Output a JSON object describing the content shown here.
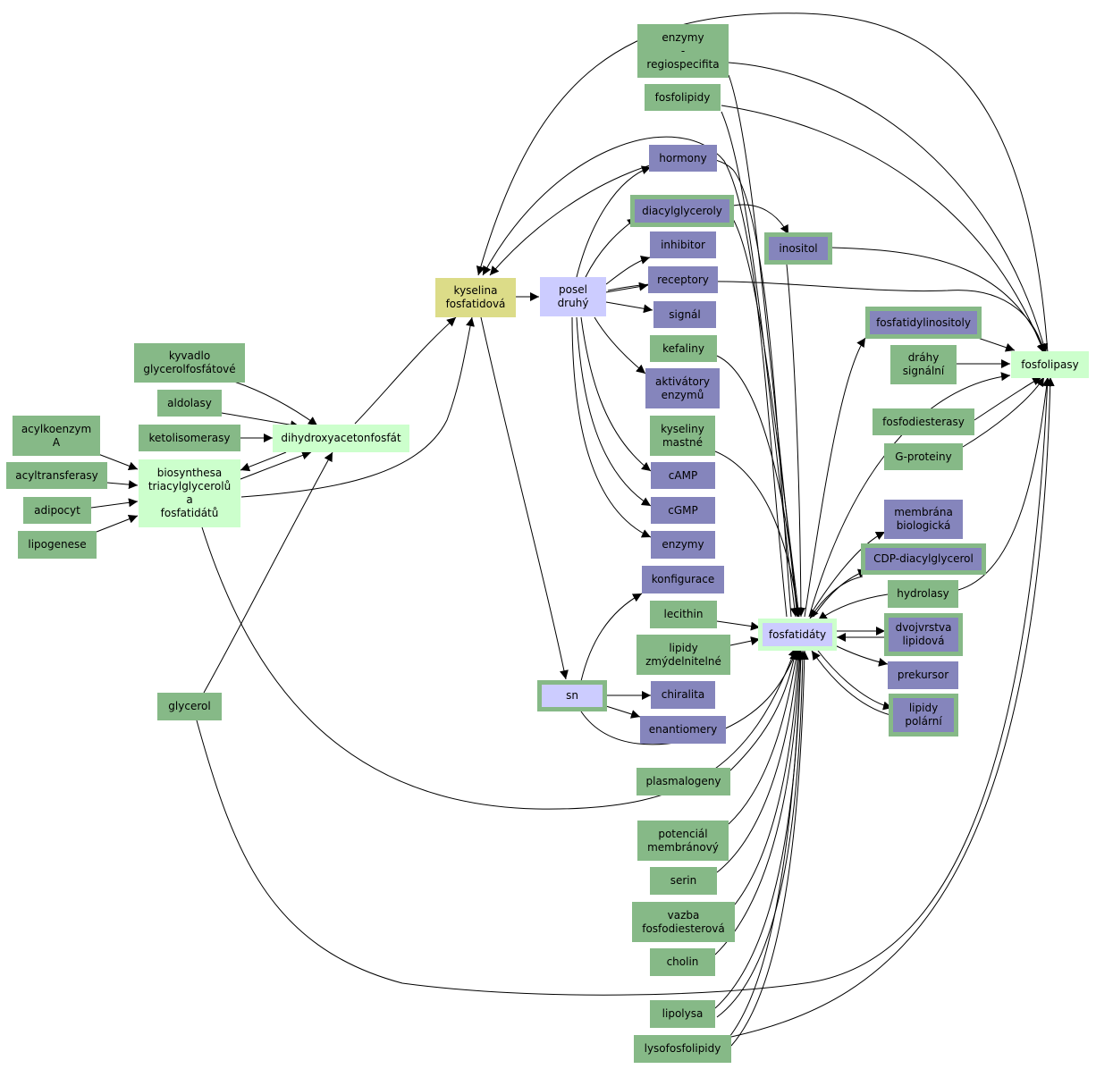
{
  "colors": {
    "green": "#86b987",
    "light_green": "#ccffcc",
    "yellow": "#dcdc88",
    "lavender": "#ccccff",
    "purple": "#8585bc",
    "edge": "#000000"
  },
  "nodes": {
    "enzymy_regiospecifita": "enzymy\n-\nregiospecifita",
    "fosfolipidy": "fosfolipidy",
    "hormony": "hormony",
    "diacylglyceroly": "diacylglyceroly",
    "inositol": "inositol",
    "inhibitor": "inhibitor",
    "receptory": "receptory",
    "kyselina_fosfatidova": "kyselina\nfosfatidová",
    "posel_druhy": "posel\ndruhý",
    "signal": "signál",
    "fosfatidylinositoly": "fosfatidylinositoly",
    "kyvadlo": "kyvadlo\nglycerolfosfátové",
    "kefaliny": "kefaliny",
    "drahy_signalni": "dráhy\nsignální",
    "fosfolipasy": "fosfolipasy",
    "aktivatory": "aktivátory\nenzymů",
    "aldolasy": "aldolasy",
    "fosfodiesterasy": "fosfodiesterasy",
    "acylkoenzym": "acylkoenzym\nA",
    "ketolisomerasy": "ketolisomerasy",
    "dihydroxyacetonfosfat": "dihydroxyacetonfosfát",
    "kyseliny_mastne": "kyseliny\nmastné",
    "g_proteiny": "G-proteiny",
    "biosynthesa": "biosynthesa\ntriacylglycerolů\na\nfosfatidátů",
    "acyltransferasy": "acyltransferasy",
    "camp": "cAMP",
    "adipocyt": "adipocyt",
    "cgmp": "cGMP",
    "membrana": "membrána\nbiologická",
    "lipogenese": "lipogenese",
    "enzymy": "enzymy",
    "cdp_diacylglycerol": "CDP-diacylglycerol",
    "konfigurace": "konfigurace",
    "hydrolasy": "hydrolasy",
    "lecithin": "lecithin",
    "fosfatidaty": "fosfatidáty",
    "dvojvrstva": "dvojvrstva\nlipidová",
    "lipidy_zmydelnitelne": "lipidy\nzmýdelnitelné",
    "prekursor": "prekursor",
    "sn": "sn",
    "chiralita": "chiralita",
    "glycerol": "glycerol",
    "lipidy_polarni": "lipidy\npolární",
    "enantiomery": "enantiomery",
    "plasmalogeny": "plasmalogeny",
    "potencial": "potenciál\nmembránový",
    "serin": "serin",
    "vazba": "vazba\nfosfodiesterová",
    "cholin": "cholin",
    "lipolysa": "lipolysa",
    "lysofosfolipidy": "lysofosfolipidy"
  }
}
